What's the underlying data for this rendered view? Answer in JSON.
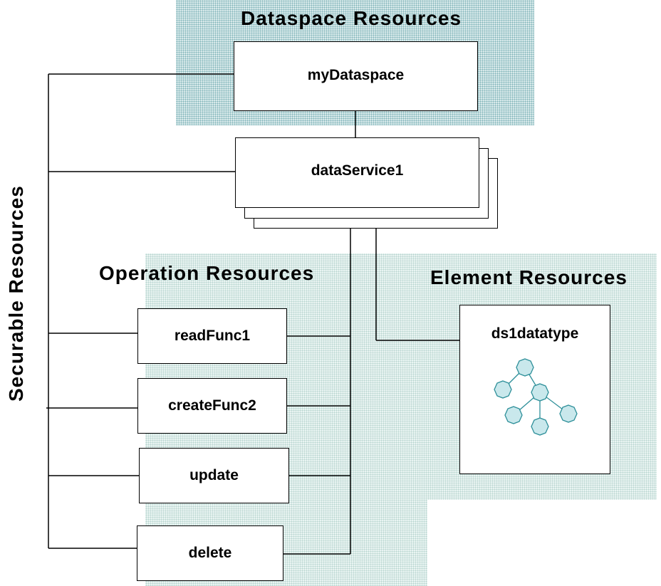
{
  "headings": {
    "dataspace_resources": "Dataspace Resources",
    "operation_resources": "Operation Resources",
    "element_resources": "Element Resources",
    "securable_resources": "Securable Resources"
  },
  "nodes": {
    "dataspace": "myDataspace",
    "data_service": "dataService1",
    "operations": [
      "readFunc1",
      "createFunc2",
      "update",
      "delete"
    ],
    "element": "ds1datatype"
  },
  "colors": {
    "region_fill": "#e9f4f2",
    "region_dots": "#b7d4cf",
    "tree_node": "#c9e8ec",
    "tree_node_stroke": "#2d8f99",
    "line": "#000000"
  },
  "icons": {
    "element_tree": "datatype-tree-icon"
  }
}
